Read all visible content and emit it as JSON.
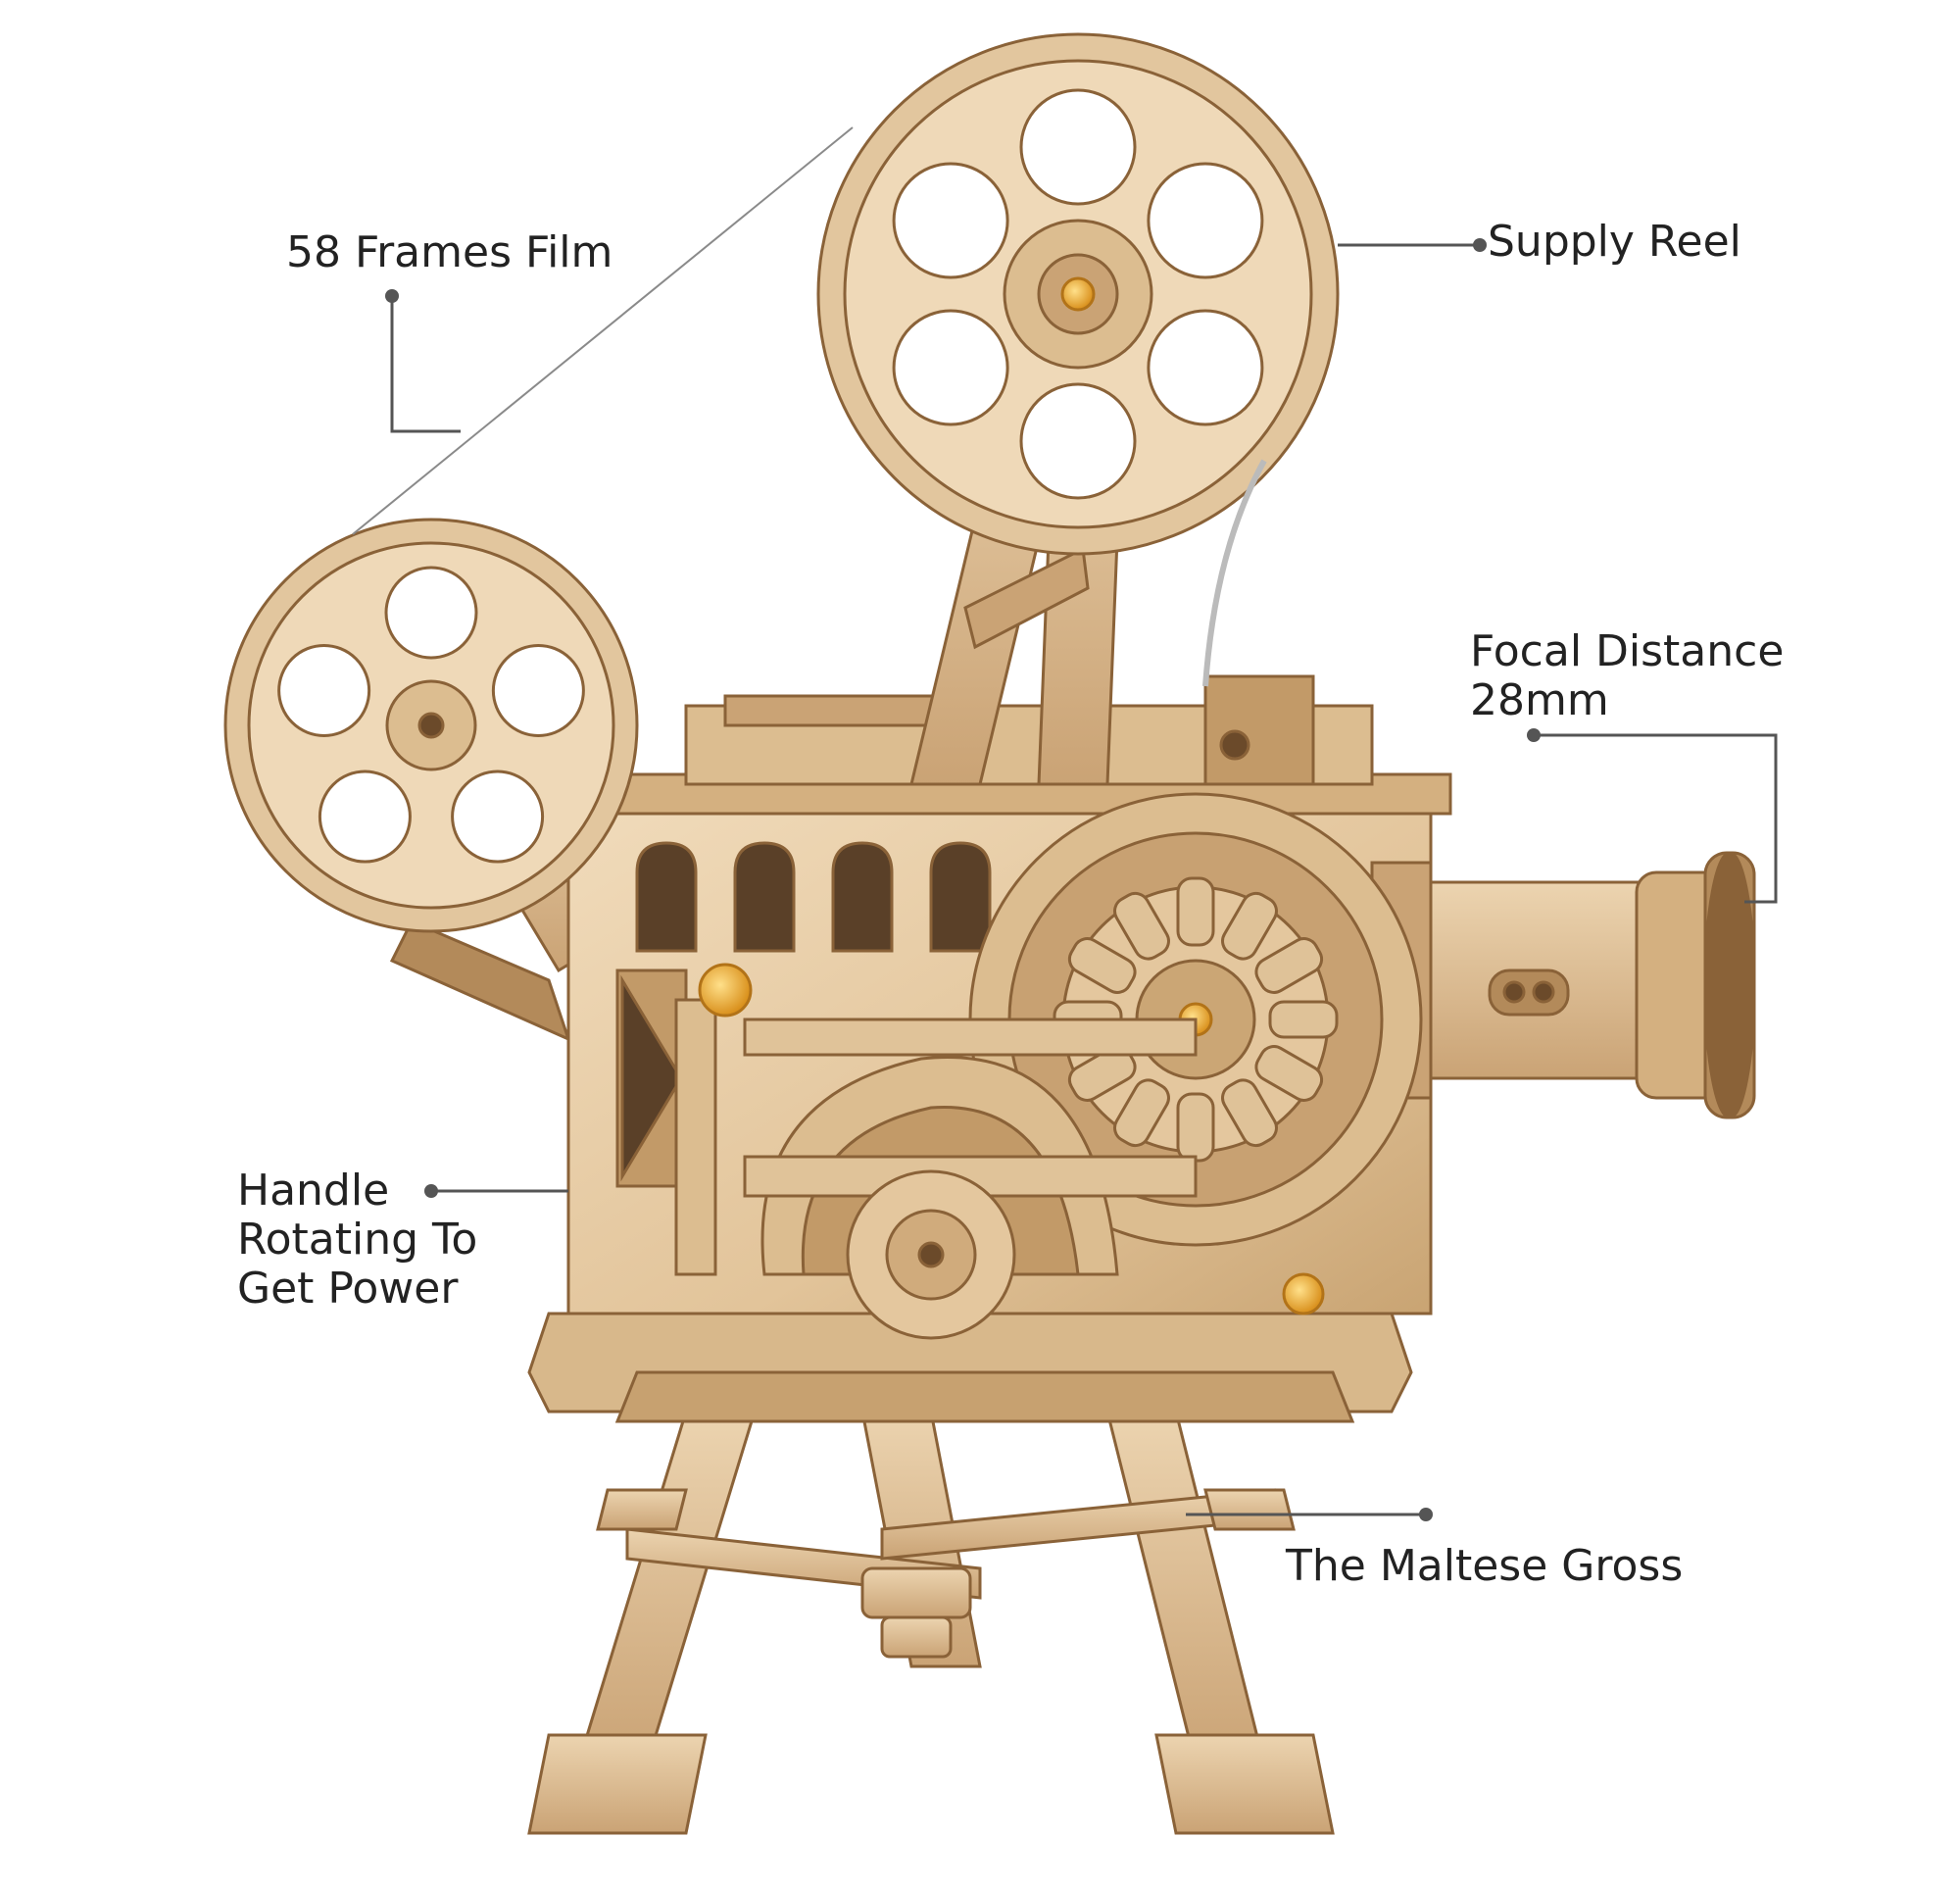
{
  "callouts": {
    "film": "58 Frames Film",
    "supply_reel": "Supply Reel",
    "focal_line1": "Focal Distance",
    "focal_line2": "28mm",
    "handle_line1": "Handle",
    "handle_line2": "Rotating To",
    "handle_line3": "Get Power",
    "maltese": "The Maltese Gross"
  },
  "colors": {
    "wood_light": "#e9d2b0",
    "wood_mid": "#d9b98c",
    "wood_dark": "#b38a5a",
    "wood_edge": "#8a6238",
    "leader": "#555555",
    "text": "#222222",
    "brass": "#f0b040"
  }
}
